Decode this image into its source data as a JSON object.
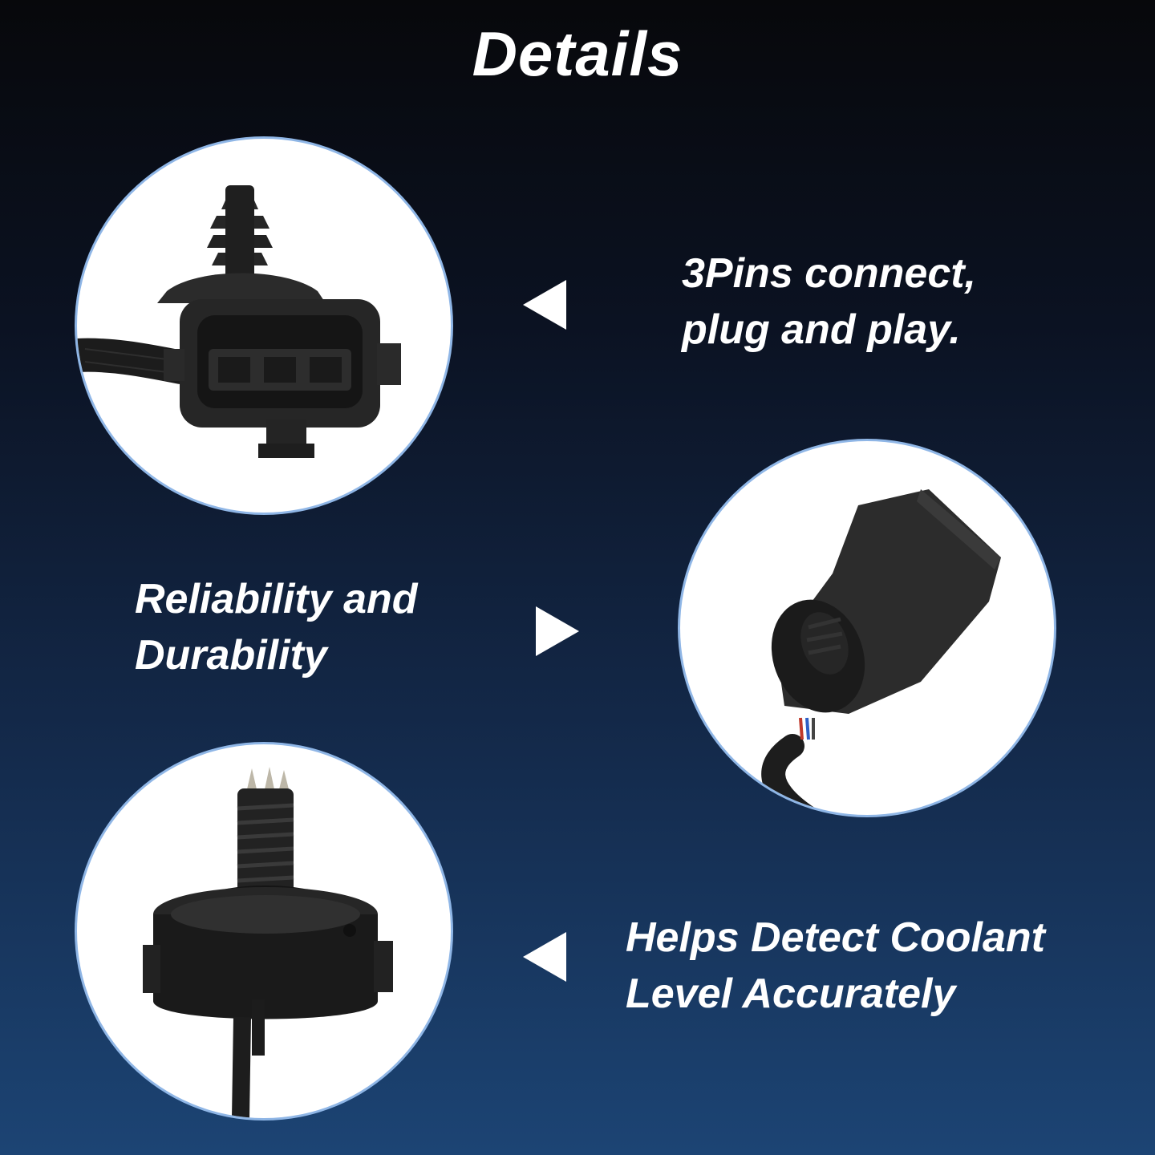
{
  "title": "Details",
  "features": [
    {
      "lines": [
        "3Pins connect,",
        "plug and play."
      ],
      "arrow": "left",
      "image": "connector-3pin-closeup"
    },
    {
      "lines": [
        "Reliability and",
        "Durability"
      ],
      "arrow": "right",
      "image": "connector-plug-side-view"
    },
    {
      "lines": [
        "Helps Detect Coolant",
        "Level Accurately"
      ],
      "arrow": "left",
      "image": "coolant-level-sensor-probe"
    }
  ],
  "colors": {
    "background_top": "#07080b",
    "background_bottom": "#1c4474",
    "circle_border": "#8fb6e6",
    "text": "#ffffff"
  }
}
